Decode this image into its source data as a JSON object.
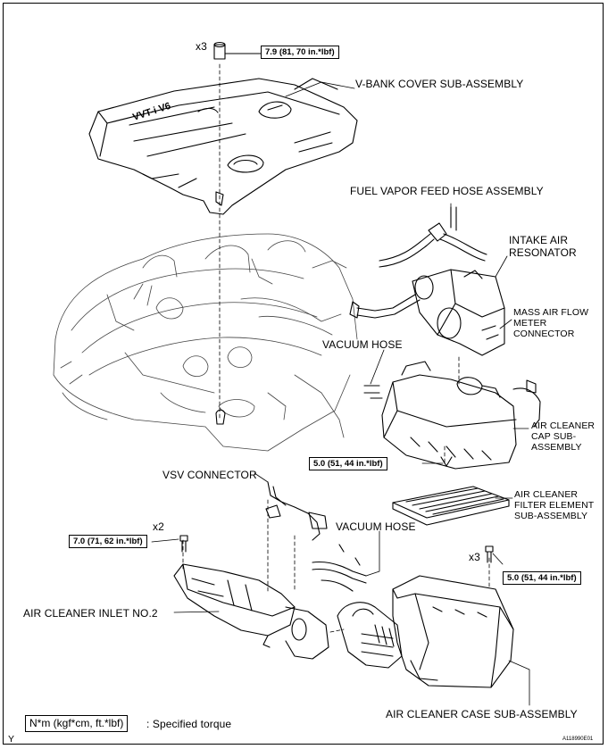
{
  "labels": {
    "vbank_cover": "V-BANK COVER SUB-ASSEMBLY",
    "fuel_vapor_hose": "FUEL VAPOR FEED HOSE ASSEMBLY",
    "intake_air_resonator": "INTAKE AIR\nRESONATOR",
    "mass_air_flow": "MASS AIR FLOW\nMETER\nCONNECTOR",
    "vacuum_hose_upper": "VACUUM HOSE",
    "air_cleaner_cap": "AIR CLEANER\nCAP SUB-\nASSEMBLY",
    "vsv_connector": "VSV CONNECTOR",
    "air_cleaner_filter": "AIR CLEANER\nFILTER ELEMENT\nSUB-ASSEMBLY",
    "vacuum_hose_lower": "VACUUM HOSE",
    "air_cleaner_inlet": "AIR CLEANER INLET NO.2",
    "air_cleaner_case": "AIR CLEANER CASE SUB-ASSEMBLY"
  },
  "quantities": {
    "cover_nuts": "x3",
    "inlet_bolts": "x2",
    "case_bolts": "x3"
  },
  "torques": {
    "cover_nut": "7.9 (81, 70 in.*lbf)",
    "cap": "5.0 (51, 44 in.*lbf)",
    "inlet": "7.0 (71, 62 in.*lbf)",
    "case": "5.0 (51, 44 in.*lbf)"
  },
  "legend": {
    "unit_box": "N*m (kgf*cm, ft.*lbf)",
    "description": ": Specified torque"
  },
  "corner_mark": "Y",
  "figure_code": "A118990E01"
}
